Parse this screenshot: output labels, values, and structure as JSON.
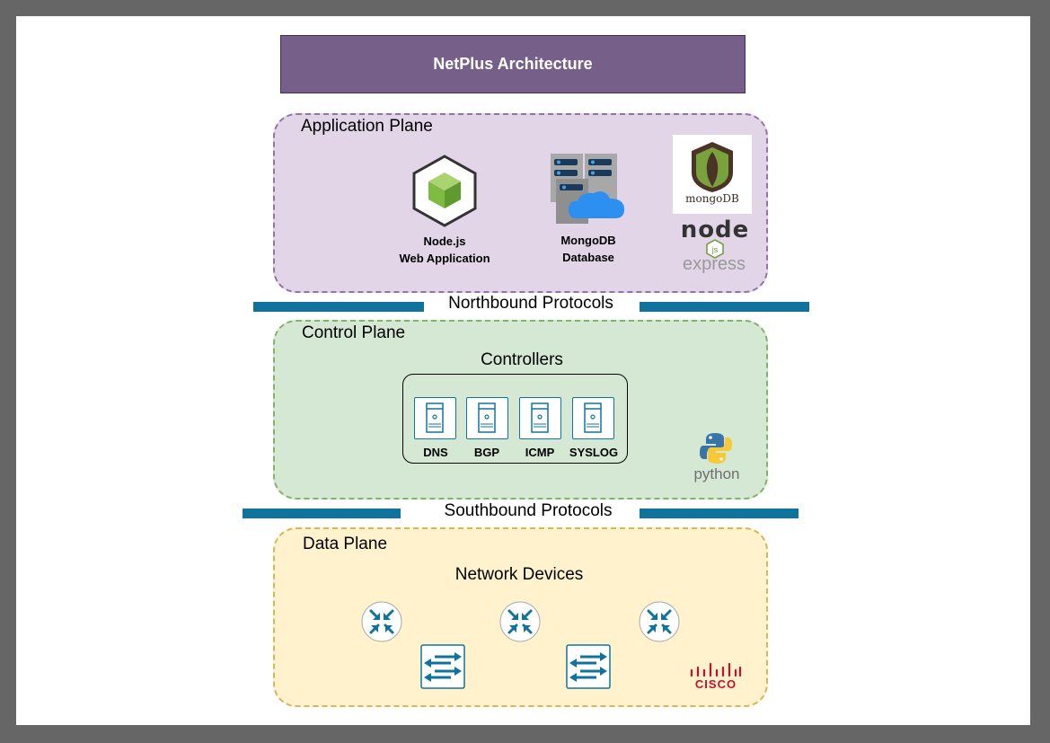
{
  "title": "NetPlus Architecture",
  "application_plane": {
    "label": "Application Plane",
    "components": [
      {
        "icon": "nodejs-cube-icon",
        "line1": "Node.js",
        "line2": "Web Application"
      },
      {
        "icon": "database-cloud-icon",
        "line1": "MongoDB",
        "line2": "Database"
      }
    ],
    "logos": {
      "mongodb": "mongoDB",
      "node": "node",
      "js": "js",
      "express": "express"
    }
  },
  "northbound": "Northbound Protocols",
  "control_plane": {
    "label": "Control Plane",
    "group_label": "Controllers",
    "controllers": [
      "DNS",
      "BGP",
      "ICMP",
      "SYSLOG"
    ],
    "logo": "python"
  },
  "southbound": "Southbound Protocols",
  "data_plane": {
    "label": "Data Plane",
    "group_label": "Network Devices",
    "devices": [
      "router",
      "router",
      "router",
      "switch",
      "switch"
    ],
    "logo": "CISCO"
  },
  "colors": {
    "title_bg": "#76608a",
    "app_plane": "#e1d5e7",
    "control_plane": "#d5e8d4",
    "data_plane": "#fff2cc",
    "protocol_bar": "#10739e",
    "device_blue": "#10739e"
  }
}
